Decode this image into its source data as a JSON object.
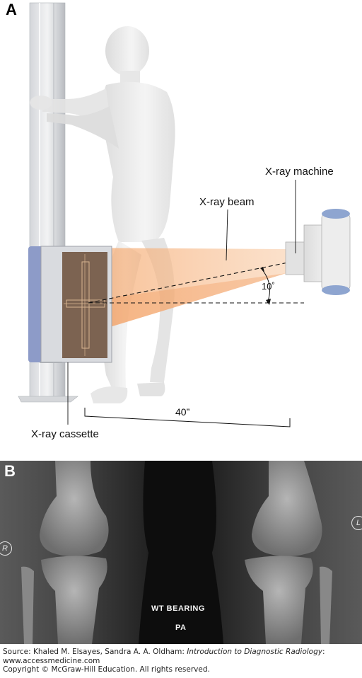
{
  "panel_a": {
    "letter": "A",
    "labels": {
      "machine": "X-ray machine",
      "beam": "X-ray beam",
      "angle": "10˚",
      "distance": "40”",
      "cassette": "X-ray cassette"
    }
  },
  "panel_b": {
    "letter": "B",
    "marker_right": "R",
    "marker_left": "L",
    "text_top": "WT BEARING",
    "text_bottom": "PA"
  },
  "footer": {
    "source_prefix": "Source: Khaled M. Elsayes, Sandra A. A. Oldham: ",
    "book_title": "Introduction to Diagnostic Radiology",
    "source_suffix": ":",
    "url": "www.accessmedicine.com",
    "copyright": "Copyright © McGraw-Hill Education. All rights reserved."
  },
  "colors": {
    "beam": "#f5a467",
    "stand": "#c9ccd1",
    "cassette_frame": "#8d9bc8",
    "figure": "#ececec"
  }
}
